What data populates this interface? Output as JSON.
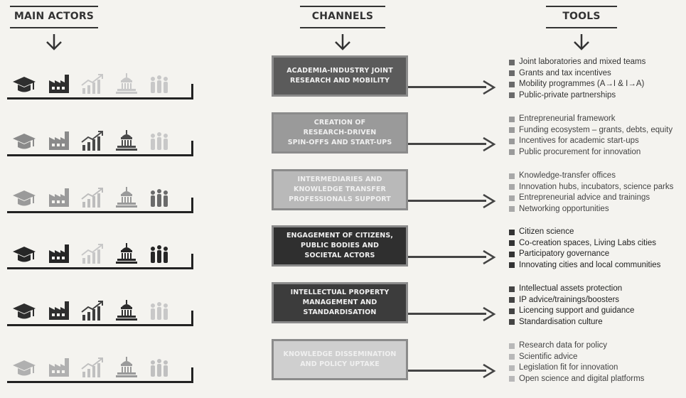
{
  "headers": {
    "actors": "MAIN ACTORS",
    "channels": "CHANNELS",
    "tools": "TOOLS"
  },
  "icon_names": [
    "graduation-cap-icon",
    "factory-icon",
    "growth-chart-icon",
    "government-building-icon",
    "citizens-icon"
  ],
  "colors": {
    "dark": "#3a3a3a",
    "mid": "#8e8e8e",
    "light": "#c9c9c9",
    "line": "#222222"
  },
  "rows": [
    {
      "channel": "ACADEMIA-INDUSTRY JOINT\nRESEARCH AND MOBILITY",
      "channel_color": "#5b5b5b",
      "bullet_color": "#6a6a6a",
      "text_color": "#333333",
      "actor_shades": [
        "#2e2e2e",
        "#2e2e2e",
        "#c8c8c8",
        "#c8c8c8",
        "#c8c8c8"
      ],
      "tools": [
        "Joint laboratories and mixed teams",
        "Grants and tax incentives",
        "Mobility programmes (A→I & I→A)",
        "Public-private partnerships"
      ]
    },
    {
      "channel": "CREATION OF\nRESEARCH-DRIVEN\nSPIN-OFFS AND START-UPS",
      "channel_color": "#9a9a9a",
      "bullet_color": "#9a9a9a",
      "text_color": "#444444",
      "actor_shades": [
        "#8a8a8a",
        "#8a8a8a",
        "#4a4a4a",
        "#4a4a4a",
        "#c8c8c8"
      ],
      "tools": [
        "Entrepreneurial framework",
        "Funding ecosystem – grants, debts, equity",
        "Incentives for academic start-ups",
        "Public procurement for innovation"
      ]
    },
    {
      "channel": "INTERMEDIARIES AND\nKNOWLEDGE TRANSFER\nPROFESSIONALS SUPPORT",
      "channel_color": "#b9b9b9",
      "bullet_color": "#a8a8a8",
      "text_color": "#444444",
      "actor_shades": [
        "#9a9a9a",
        "#9a9a9a",
        "#bdbdbd",
        "#9a9a9a",
        "#6a6a6a"
      ],
      "tools": [
        "Knowledge-transfer offices",
        "Innovation hubs, incubators, science parks",
        "Entrepreneurial advice and trainings",
        "Networking opportunities"
      ]
    },
    {
      "channel": "ENGAGEMENT OF CITIZENS,\nPUBLIC BODIES AND\nSOCIETAL ACTORS",
      "channel_color": "#2f2f2f",
      "bullet_color": "#333333",
      "text_color": "#222222",
      "actor_shades": [
        "#262626",
        "#262626",
        "#c8c8c8",
        "#262626",
        "#262626"
      ],
      "tools": [
        "Citizen science",
        "Co-creation spaces, Living Labs cities",
        "Participatory governance",
        "Innovating cities and local communities"
      ]
    },
    {
      "channel": "INTELLECTUAL PROPERTY\nMANAGEMENT AND\nSTANDARDISATION",
      "channel_color": "#3c3c3c",
      "bullet_color": "#444444",
      "text_color": "#222222",
      "actor_shades": [
        "#2e2e2e",
        "#2e2e2e",
        "#3e3e3e",
        "#2e2e2e",
        "#c8c8c8"
      ],
      "tools": [
        "Intellectual assets protection",
        "IP advice/trainings/boosters",
        "Licencing support and guidance",
        "Standardisation culture"
      ]
    },
    {
      "channel": "KNOWLEDGE DISSEMINATION\nAND POLICY UPTAKE",
      "channel_color": "#cfcfcf",
      "bullet_color": "#b8b8b8",
      "text_color": "#444444",
      "actor_shades": [
        "#b0b0b0",
        "#b0b0b0",
        "#c0c0c0",
        "#9a9a9a",
        "#c0c0c0"
      ],
      "tools": [
        "Research data for policy",
        "Scientific advice",
        "Legislation fit for innovation",
        "Open science and digital platforms"
      ]
    }
  ]
}
